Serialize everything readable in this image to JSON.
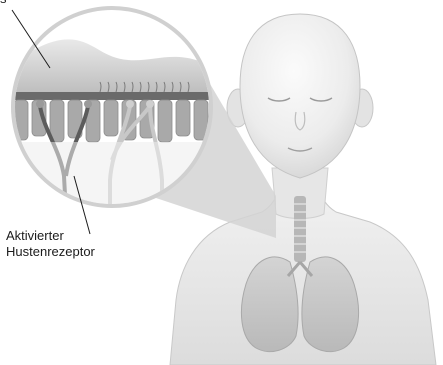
{
  "labels": {
    "top_partial": "s",
    "receptor_line1": "Aktivierter",
    "receptor_line2": "Hustenrezeptor"
  }
}
